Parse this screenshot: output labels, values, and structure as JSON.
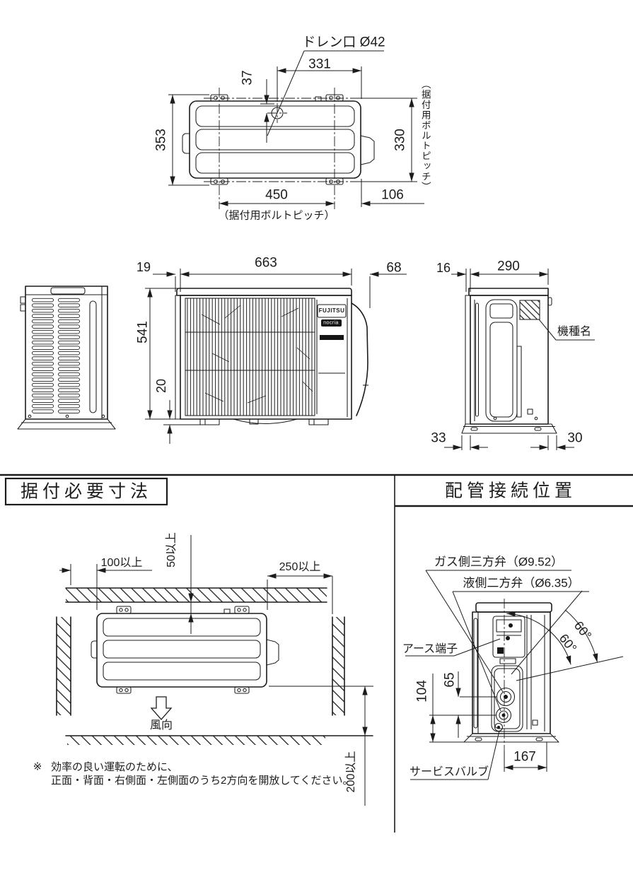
{
  "colors": {
    "line": "#1c1c1c",
    "background": "#ffffff"
  },
  "drawing": {
    "top_view": {
      "drain_label": "ドレン口 Ø42",
      "dim_331": "331",
      "dim_37": "37",
      "dim_353": "353",
      "dim_330": "330",
      "bolt_pitch_side": "（据付用ボルトピッチ）",
      "dim_450": "450",
      "dim_106": "106",
      "bolt_pitch_bottom": "（据付用ボルトピッチ）"
    },
    "middle_views": {
      "dim_19": "19",
      "dim_663": "663",
      "dim_68": "68",
      "dim_16": "16",
      "dim_290": "290",
      "dim_541": "541",
      "dim_20": "20",
      "dim_33": "33",
      "dim_30": "30",
      "model_name_label": "機種名",
      "brand": "FUJITSU",
      "sub_brand": "nocria"
    },
    "install_section": {
      "header": "据付必要寸法",
      "dim_100": "100以上",
      "dim_50": "50以上",
      "dim_250": "250以上",
      "dim_200": "200以上",
      "wind_label": "風向",
      "note_mark": "※",
      "note_line1": "効率の良い運転のために、",
      "note_line2": "正面・背面・右側面・左側面のうち2方向を開放してください。"
    },
    "piping_section": {
      "header": "配管接続位置",
      "gas_valve_label": "ガス側三方弁（Ø9.52）",
      "liquid_valve_label": "液側二方弁（Ø6.35）",
      "earth_label": "アース端子",
      "service_valve_label": "サービスバルブ",
      "angle_1": "60°",
      "angle_2": "60°",
      "dim_104": "104",
      "dim_65": "65",
      "dim_167": "167"
    }
  }
}
